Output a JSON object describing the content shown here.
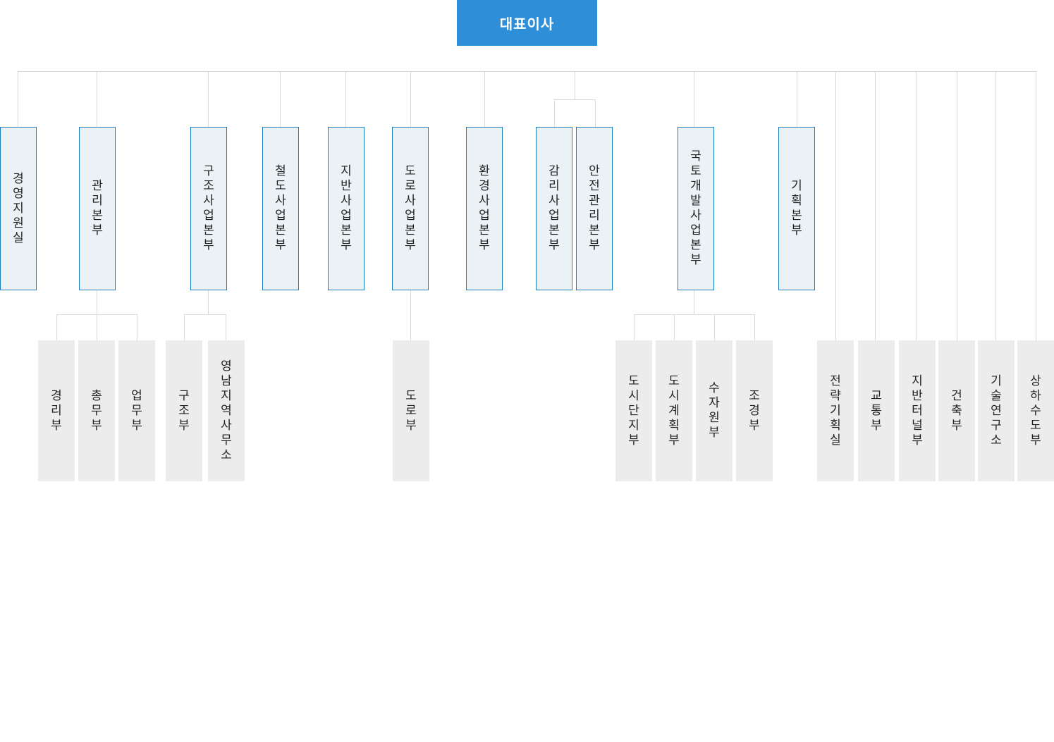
{
  "colors": {
    "root_bg": "#2e8fd8",
    "dept_border": "#1a7fc0",
    "dept_bg": "#eaf2f6",
    "sub_bg": "#ececec",
    "line": "#d9d9d9"
  },
  "root": {
    "label": "대표이사"
  },
  "departments": [
    {
      "id": "d1",
      "label": "경영지원실"
    },
    {
      "id": "d2",
      "label": "관리본부"
    },
    {
      "id": "d3",
      "label": "구조사업본부"
    },
    {
      "id": "d4",
      "label": "철도사업본부"
    },
    {
      "id": "d5",
      "label": "지반사업본부"
    },
    {
      "id": "d6",
      "label": "도로사업본부"
    },
    {
      "id": "d7",
      "label": "환경사업본부"
    },
    {
      "id": "d8",
      "label": "감리사업본부"
    },
    {
      "id": "d9",
      "label": "안전관리본부"
    },
    {
      "id": "d10",
      "label": "국토개발사업본부"
    },
    {
      "id": "d11",
      "label": "기획본부"
    }
  ],
  "subunits": [
    {
      "id": "s1",
      "parent": "d2",
      "label": "경리부"
    },
    {
      "id": "s2",
      "parent": "d2",
      "label": "총무부"
    },
    {
      "id": "s3",
      "parent": "d2",
      "label": "업무부"
    },
    {
      "id": "s4",
      "parent": "d3",
      "label": "구조부"
    },
    {
      "id": "s5",
      "parent": "d3",
      "label": "영남지역사무소"
    },
    {
      "id": "s6",
      "parent": "d6",
      "label": "도로부"
    },
    {
      "id": "s7",
      "parent": "d10",
      "label": "도시단지부"
    },
    {
      "id": "s8",
      "parent": "d10",
      "label": "도시계획부"
    },
    {
      "id": "s9",
      "parent": "d10",
      "label": "수자원부"
    },
    {
      "id": "s10",
      "parent": "d10",
      "label": "조경부"
    },
    {
      "id": "s11",
      "parent": "root",
      "label": "전략기획실"
    },
    {
      "id": "s12",
      "parent": "root",
      "label": "교통부"
    },
    {
      "id": "s13",
      "parent": "root",
      "label": "지반터널부"
    },
    {
      "id": "s14",
      "parent": "root",
      "label": "건축부"
    },
    {
      "id": "s15",
      "parent": "root",
      "label": "기술연구소"
    },
    {
      "id": "s16",
      "parent": "root",
      "label": "상하수도부"
    }
  ]
}
